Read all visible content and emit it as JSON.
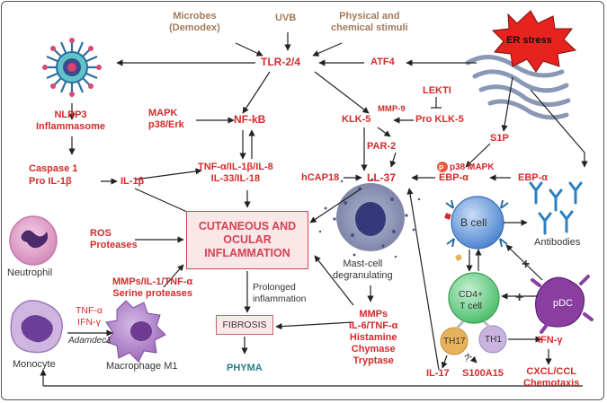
{
  "triggers": {
    "microbes": "Microbes\n(Demodex)",
    "uvb": "UVB",
    "physical": "Physical and\nchemical stimuli",
    "er_stress": "ER stress"
  },
  "nodes": {
    "tlr": "TLR-2/4",
    "atf4": "ATF4",
    "nlrp3": "NLRP3\nInflammasome",
    "mapk": "MAPK\np38/Erk",
    "nfkb": "NF-kB",
    "lekti": "LEKTI",
    "mmp9": "MMP-9",
    "pro_klk5": "Pro KLK-5",
    "klk5": "KLK-5",
    "s1p": "S1P",
    "par2": "PAR-2",
    "caspase": "Caspase 1",
    "pro_il1b": "Pro IL-1β",
    "il1b": "IL-1β",
    "cytokines": "TNF-α/IL-1β/IL-8\nIL-33/IL-18",
    "hcap18": "hCAP18",
    "ll37": "LL-37",
    "ebp_a1": "EBP-α",
    "p_badge": "P",
    "p38mapk": "p38 MAPK",
    "ebp_a2": "EBP-α",
    "inflammation": "CUTANEOUS AND\nOCULAR\nINFLAMMATION",
    "ros": "ROS\nProteases",
    "neutrophil": "Neutrophil",
    "mmps_il1": "MMPs/IL-1/TNF-α\nSerine proteases",
    "tnf_ifn": "TNF-α\nIFN-γ",
    "adamdec1": "Adamdec1",
    "monocyte": "Monocyte",
    "macrophage": "Macrophage M1",
    "prolonged": "Prolonged\ninflammation",
    "fibrosis": "FIBROSIS",
    "phyma": "PHYMA",
    "mast_cell": "Mast-cell\ndegranulating",
    "mast_products": "MMPs\nIL-6/TNF-α\nHistamine\nChymase\nTryptase",
    "b_cell": "B cell",
    "antibodies": "Antibodies",
    "cd4": "CD4+\nT cell",
    "pdc": "pDC",
    "plus1": "+",
    "plus2": "+",
    "th17": "TH17",
    "th1": "TH1",
    "ifn_g": "IFN-γ",
    "il17": "IL-17",
    "question": "?",
    "s100a15": "S100A15",
    "cxcl": "CXCL/CCL\nChemotaxis"
  },
  "colors": {
    "red": "#d42a2a",
    "brown": "#a37a5a",
    "teal": "#2a7c84",
    "inflammation_fill": "#fbe6e8",
    "b_cell": "#5b8fd6",
    "t_cell": "#6ccf86",
    "pdc": "#8a3fa0",
    "th17": "#e6b25c",
    "th1": "#c9b3df",
    "er_stress": "#e6231e"
  }
}
